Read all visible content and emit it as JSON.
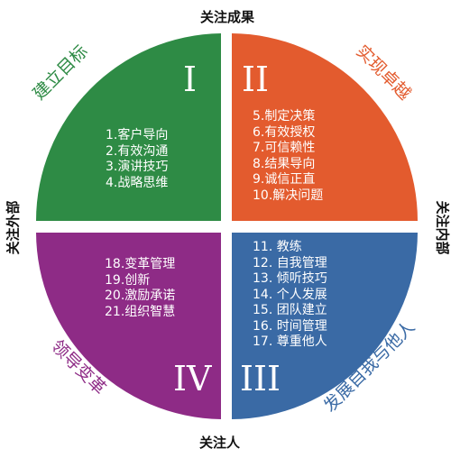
{
  "axes": {
    "top": "关注成果",
    "bottom": "关注人",
    "left": "关注外部",
    "right": "关注内部"
  },
  "quadrants": [
    {
      "numeral": "I",
      "title": "建立目标",
      "color": "#2e8b45",
      "items": [
        "1.客户导向",
        "2.有效沟通",
        "3.演讲技巧",
        "4.战略思维"
      ]
    },
    {
      "numeral": "II",
      "title": "实现卓越",
      "color": "#e35b2e",
      "items": [
        "5.制定决策",
        "6.有效授权",
        "7.可信赖性",
        "8.结果导向",
        "9.诚信正直",
        "10.解决问题"
      ]
    },
    {
      "numeral": "III",
      "title": "发展自我与他人",
      "color": "#3a6aa5",
      "items": [
        "11. 教练",
        "12. 自我管理",
        "13. 倾听技巧",
        "14. 个人发展",
        "15. 团队建立",
        "16. 时间管理",
        "17. 尊重他人"
      ]
    },
    {
      "numeral": "IV",
      "title": "领导变革",
      "color": "#8e2b86",
      "items": [
        "18.变革管理",
        "19.创新",
        "20.激励承诺",
        "21.组织智慧"
      ]
    }
  ]
}
